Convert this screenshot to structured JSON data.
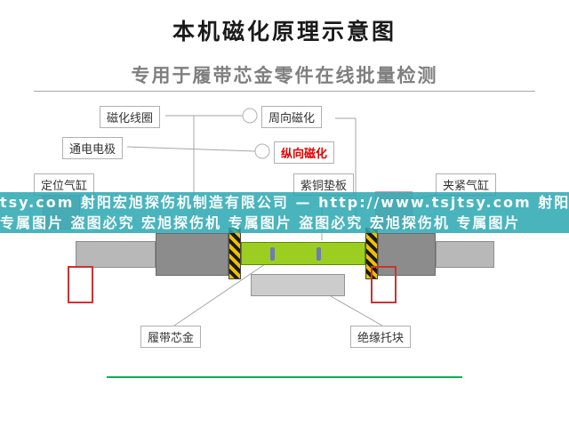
{
  "title": "本机磁化原理示意图",
  "subtitle": "专用于履带芯金零件在线批量检测",
  "callouts": {
    "coil": "磁化线圈",
    "circumferential": "周向磁化",
    "electrode": "通电电极",
    "longitudinal": "纵向磁化",
    "positioning_cylinder": "定位气缸",
    "copper_plate": "紫铜垫板",
    "clamping_cylinder": "夹紧气缸",
    "track_core": "履带芯金",
    "insulating_block": "绝缘托块"
  },
  "watermark": {
    "line1": "tsy.com 射阳宏旭探伤机制造有限公司 — http://www.tsjtsy.com 射阳",
    "line2": "专属图片 盗图必究 宏旭探伤机 专属图片 盗图必究 宏旭探伤机 专属图片"
  },
  "colors": {
    "watermark_bg": "#2aa7b2",
    "longitudinal_text": "#e00000",
    "bottom_line": "#00b050",
    "plate_green": "#9bce21",
    "hatch_yellow": "#f0c000",
    "cylinder_pink": "#eab9c0",
    "red_box_border": "#cc3333"
  }
}
